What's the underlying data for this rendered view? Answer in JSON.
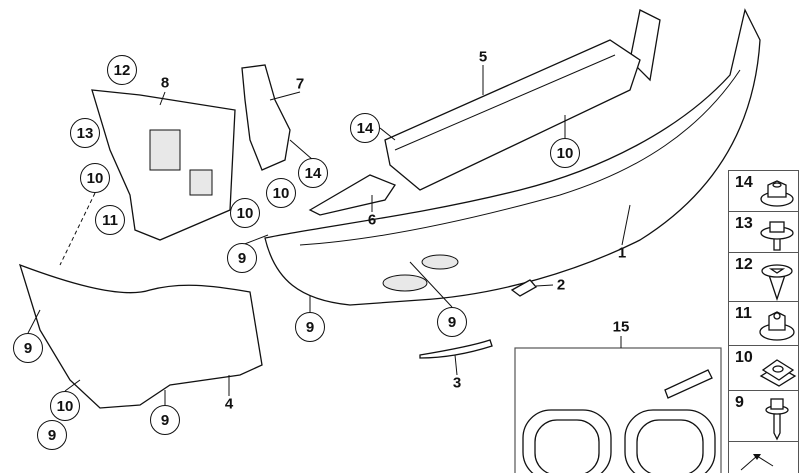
{
  "callouts": [
    {
      "label": "12",
      "circled": true
    },
    {
      "label": "13",
      "circled": true
    },
    {
      "label": "10",
      "circled": true
    },
    {
      "label": "11",
      "circled": true
    },
    {
      "label": "10",
      "circled": true
    },
    {
      "label": "10",
      "circled": true
    },
    {
      "label": "14",
      "circled": true
    },
    {
      "label": "14",
      "circled": true
    },
    {
      "label": "10",
      "circled": true
    },
    {
      "label": "9",
      "circled": true
    },
    {
      "label": "9",
      "circled": true
    },
    {
      "label": "9",
      "circled": true
    },
    {
      "label": "9",
      "circled": true
    },
    {
      "label": "10",
      "circled": true
    },
    {
      "label": "9",
      "circled": true
    },
    {
      "label": "9",
      "circled": true
    },
    {
      "label": "8",
      "circled": false
    },
    {
      "label": "7",
      "circled": false
    },
    {
      "label": "5",
      "circled": false
    },
    {
      "label": "6",
      "circled": false
    },
    {
      "label": "1",
      "circled": false
    },
    {
      "label": "2",
      "circled": false
    },
    {
      "label": "3",
      "circled": false
    },
    {
      "label": "4",
      "circled": false
    },
    {
      "label": "15",
      "circled": false
    }
  ],
  "legend": [
    {
      "label": "14",
      "icon": "flange-nut-icon"
    },
    {
      "label": "13",
      "icon": "washer-screw-icon"
    },
    {
      "label": "12",
      "icon": "expanding-rivet-icon"
    },
    {
      "label": "11",
      "icon": "collar-nut-icon"
    },
    {
      "label": "10",
      "icon": "clip-nut-icon"
    },
    {
      "label": "9",
      "icon": "self-tapping-screw-icon"
    },
    {
      "label": "",
      "icon": "parts-kit-icon"
    }
  ]
}
